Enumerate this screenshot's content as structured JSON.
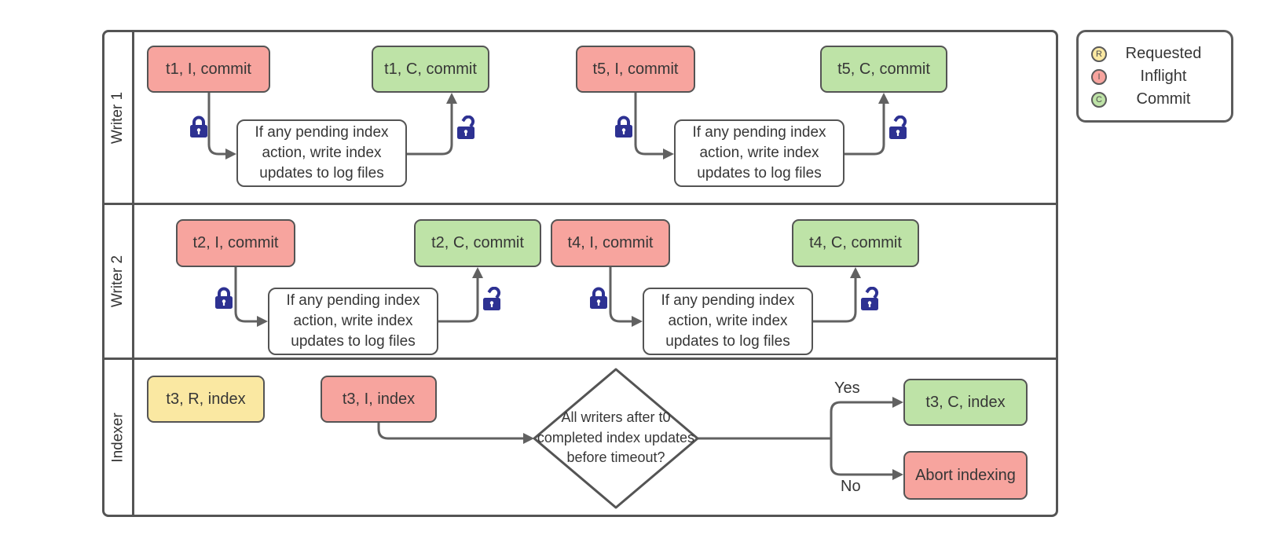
{
  "colors": {
    "inflight": "#F7A49E",
    "commit": "#BEE3A7",
    "requested": "#FAE8A2",
    "process": "#FFFFFF",
    "border": "#545454",
    "connector": "#616161",
    "lock": "#2D3192",
    "text": "#363636",
    "legend_border": "#5C5C5C"
  },
  "lanes": [
    {
      "label": "Writer 1"
    },
    {
      "label": "Writer 2"
    },
    {
      "label": "Indexer"
    }
  ],
  "nodes": {
    "t1_inflight": "t1, I, commit",
    "t1_commit": "t1, C, commit",
    "t5_inflight": "t5, I, commit",
    "t5_commit": "t5, C, commit",
    "t2_inflight": "t2, I, commit",
    "t2_commit": "t2, C, commit",
    "t4_inflight": "t4, I, commit",
    "t4_commit": "t4, C, commit",
    "t3_requested": "t3, R, index",
    "t3_inflight": "t3, I, index",
    "t3_commit": "t3, C, index",
    "abort": "Abort indexing"
  },
  "process_label": "If any pending index action, write index updates to log files",
  "decision": {
    "label": "All writers after t0 completed index updates before timeout?",
    "yes_label": "Yes",
    "no_label": "No"
  },
  "legend": {
    "items": [
      {
        "letter": "R",
        "label": "Requested",
        "state": "requested"
      },
      {
        "letter": "I",
        "label": "Inflight",
        "state": "inflight"
      },
      {
        "letter": "C",
        "label": "Commit",
        "state": "commit"
      }
    ]
  }
}
